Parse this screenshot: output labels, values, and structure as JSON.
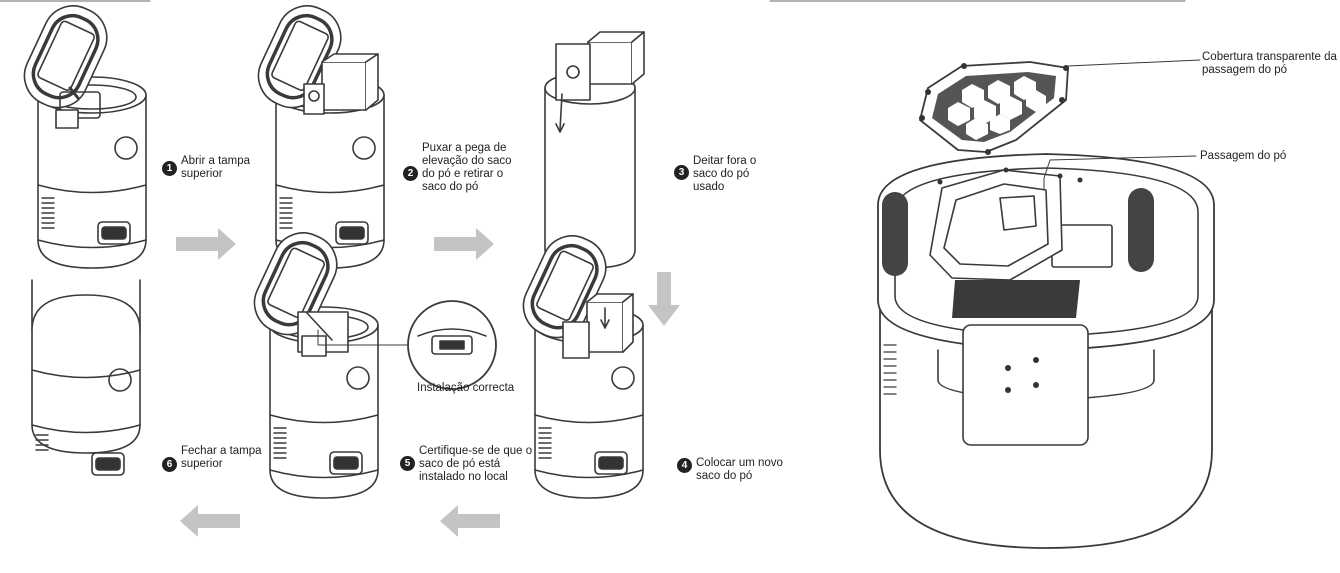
{
  "colors": {
    "line": "#3a3a3a",
    "arrow": "#c4c4c4",
    "badge": "#222222"
  },
  "steps": [
    {
      "num": "1",
      "text": "Abrir a tampa superior"
    },
    {
      "num": "2",
      "text": "Puxar a pega de elevação do saco do pó e retirar o saco do pó"
    },
    {
      "num": "3",
      "text": "Deitar fora o saco do pó usado"
    },
    {
      "num": "4",
      "text": "Colocar um novo saco do pó"
    },
    {
      "num": "5",
      "text": "Certifique-se de que o saco de pó está instalado no local"
    },
    {
      "num": "6",
      "text": "Fechar a tampa superior"
    }
  ],
  "callouts": {
    "correct_install": "Instalação correcta",
    "cover": "Cobertura transparente da passagem do pó",
    "passage": "Passagem do pó"
  }
}
